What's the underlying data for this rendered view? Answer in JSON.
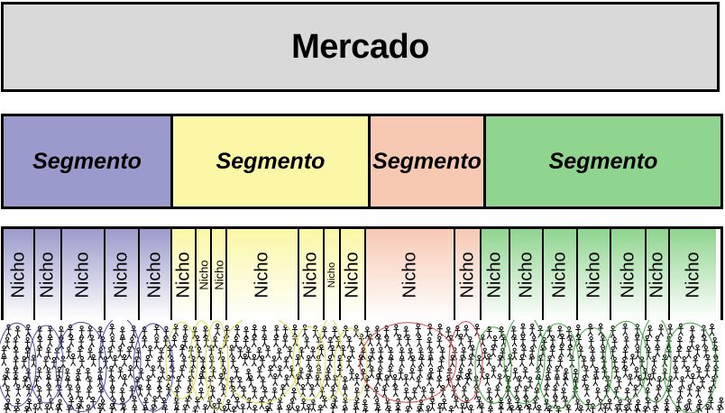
{
  "market": {
    "label": "Mercado",
    "color": "#d9d9d9"
  },
  "segments": [
    {
      "label": "Segmento",
      "color": "#9b9acc",
      "width": 188
    },
    {
      "label": "Segmento",
      "color": "#fbf7a6",
      "width": 219
    },
    {
      "label": "Segmento",
      "color": "#f7c9b3",
      "width": 128
    },
    {
      "label": "Segmento",
      "color": "#8fd48f",
      "width": 260
    }
  ],
  "niches": [
    {
      "label": "Nicho",
      "seg": 0,
      "width": 35,
      "size": 20
    },
    {
      "label": "Nicho",
      "seg": 0,
      "width": 30,
      "size": 20
    },
    {
      "label": "Nicho",
      "seg": 0,
      "width": 48,
      "size": 20
    },
    {
      "label": "Nicho",
      "seg": 0,
      "width": 38,
      "size": 20
    },
    {
      "label": "Nicho",
      "seg": 0,
      "width": 36,
      "size": 20
    },
    {
      "label": "Nicho",
      "seg": 1,
      "width": 27,
      "size": 20
    },
    {
      "label": "Nicho",
      "seg": 1,
      "width": 17,
      "size": 13
    },
    {
      "label": "Nicho",
      "seg": 1,
      "width": 17,
      "size": 13
    },
    {
      "label": "Nicho",
      "seg": 1,
      "width": 80,
      "size": 20
    },
    {
      "label": "Nicho",
      "seg": 1,
      "width": 28,
      "size": 20
    },
    {
      "label": "Nicho",
      "seg": 1,
      "width": 18,
      "size": 11
    },
    {
      "label": "Nicho",
      "seg": 1,
      "width": 28,
      "size": 20
    },
    {
      "label": "Nicho",
      "seg": 2,
      "width": 99,
      "size": 20
    },
    {
      "label": "Nicho",
      "seg": 2,
      "width": 29,
      "size": 20
    },
    {
      "label": "Nicho",
      "seg": 3,
      "width": 32,
      "size": 20
    },
    {
      "label": "Nicho",
      "seg": 3,
      "width": 37,
      "size": 20
    },
    {
      "label": "Nicho",
      "seg": 3,
      "width": 38,
      "size": 20
    },
    {
      "label": "Nicho",
      "seg": 3,
      "width": 37,
      "size": 20
    },
    {
      "label": "Nicho",
      "seg": 3,
      "width": 39,
      "size": 20
    },
    {
      "label": "Nicho",
      "seg": 3,
      "width": 26,
      "size": 20
    },
    {
      "label": "Nicho",
      "seg": 3,
      "width": 51,
      "size": 20
    }
  ]
}
